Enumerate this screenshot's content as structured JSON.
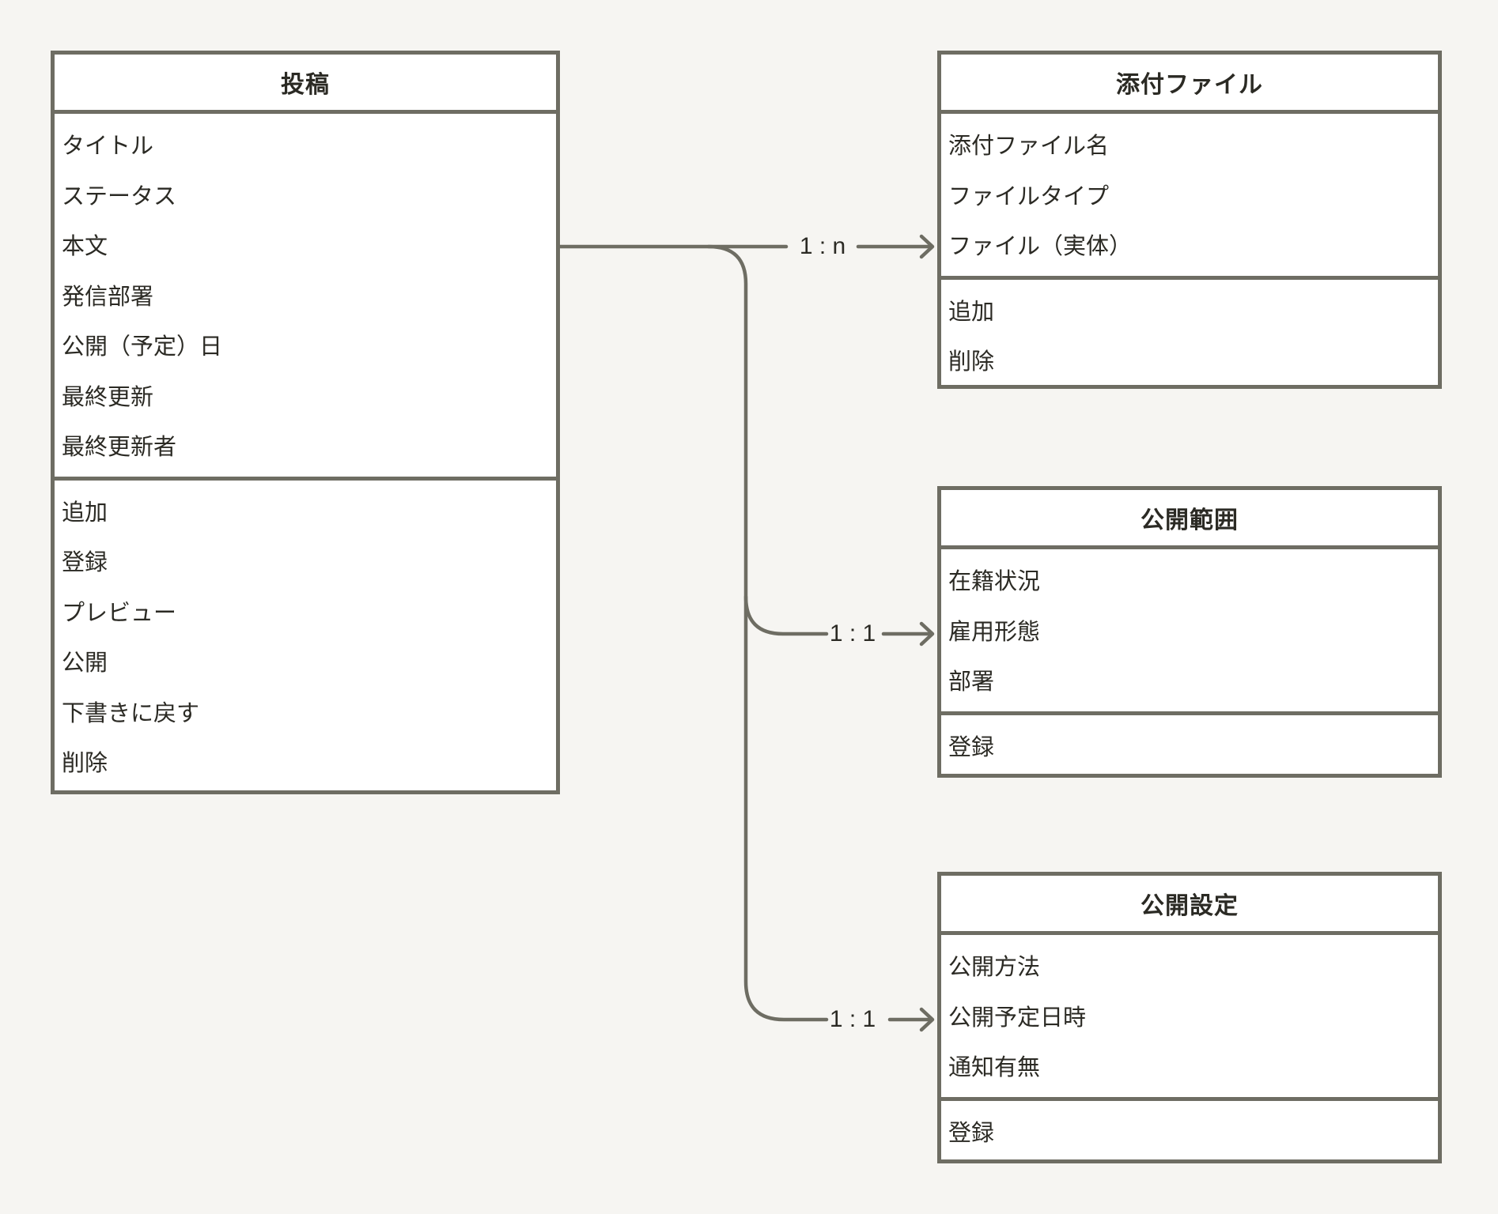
{
  "palette": {
    "canvas_bg": "#f6f5f2",
    "node_bg": "#ffffff",
    "line_color": "#6e6d63",
    "text_color": "#2b2a24"
  },
  "entities": [
    {
      "id": "post",
      "title": "投稿",
      "fields": [
        "タイトル",
        "ステータス",
        "本文",
        "発信部署",
        "公開（予定）日",
        "最終更新",
        "最終更新者"
      ],
      "actions": [
        "追加",
        "登録",
        "プレビュー",
        "公開",
        "下書きに戻す",
        "削除"
      ]
    },
    {
      "id": "attachment",
      "title": "添付ファイル",
      "fields": [
        "添付ファイル名",
        "ファイルタイプ",
        "ファイル（実体）"
      ],
      "actions": [
        "追加",
        "削除"
      ]
    },
    {
      "id": "scope",
      "title": "公開範囲",
      "fields": [
        "在籍状況",
        "雇用形態",
        "部署"
      ],
      "actions": [
        "登録"
      ]
    },
    {
      "id": "settings",
      "title": "公開設定",
      "fields": [
        "公開方法",
        "公開予定日時",
        "通知有無"
      ],
      "actions": [
        "登録"
      ]
    }
  ],
  "relations": [
    {
      "from": "投稿",
      "to": "添付ファイル",
      "label": "1 : n"
    },
    {
      "from": "投稿",
      "to": "公開範囲",
      "label": "1 : 1"
    },
    {
      "from": "投稿",
      "to": "公開設定",
      "label": "1 : 1"
    }
  ]
}
